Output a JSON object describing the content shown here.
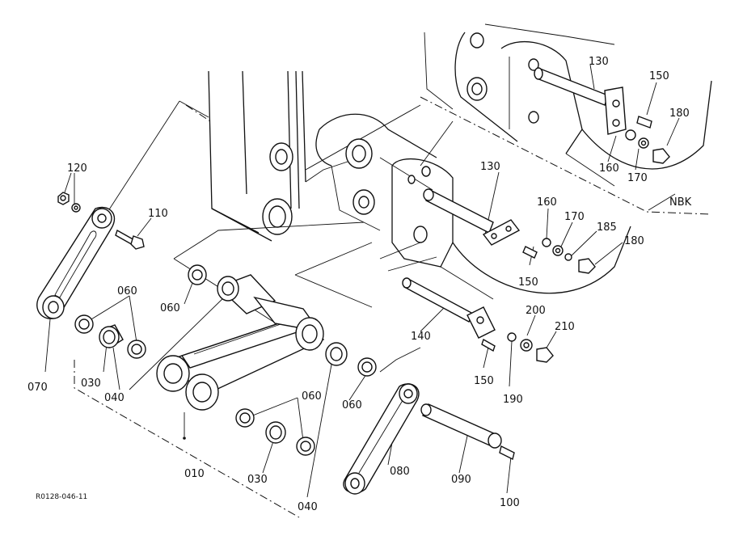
{
  "labels": {
    "p010": "010",
    "p030a": "030",
    "p030b": "030",
    "p040a": "040",
    "p040b": "040",
    "p060a": "060",
    "p060b": "060",
    "p060c": "060",
    "p060d": "060",
    "p070": "070",
    "p080": "080",
    "p090": "090",
    "p100": "100",
    "p110": "110",
    "p120": "120",
    "p130a": "130",
    "p130b": "130",
    "p140": "140",
    "p150a": "150",
    "p150b": "150",
    "p150c": "150",
    "p160a": "160",
    "p160b": "160",
    "p170a": "170",
    "p170b": "170",
    "p180a": "180",
    "p180b": "180",
    "p185": "185",
    "p190": "190",
    "p200": "200",
    "p210": "210",
    "nbk": "NBK"
  },
  "reference_code": "R0128-046-11"
}
